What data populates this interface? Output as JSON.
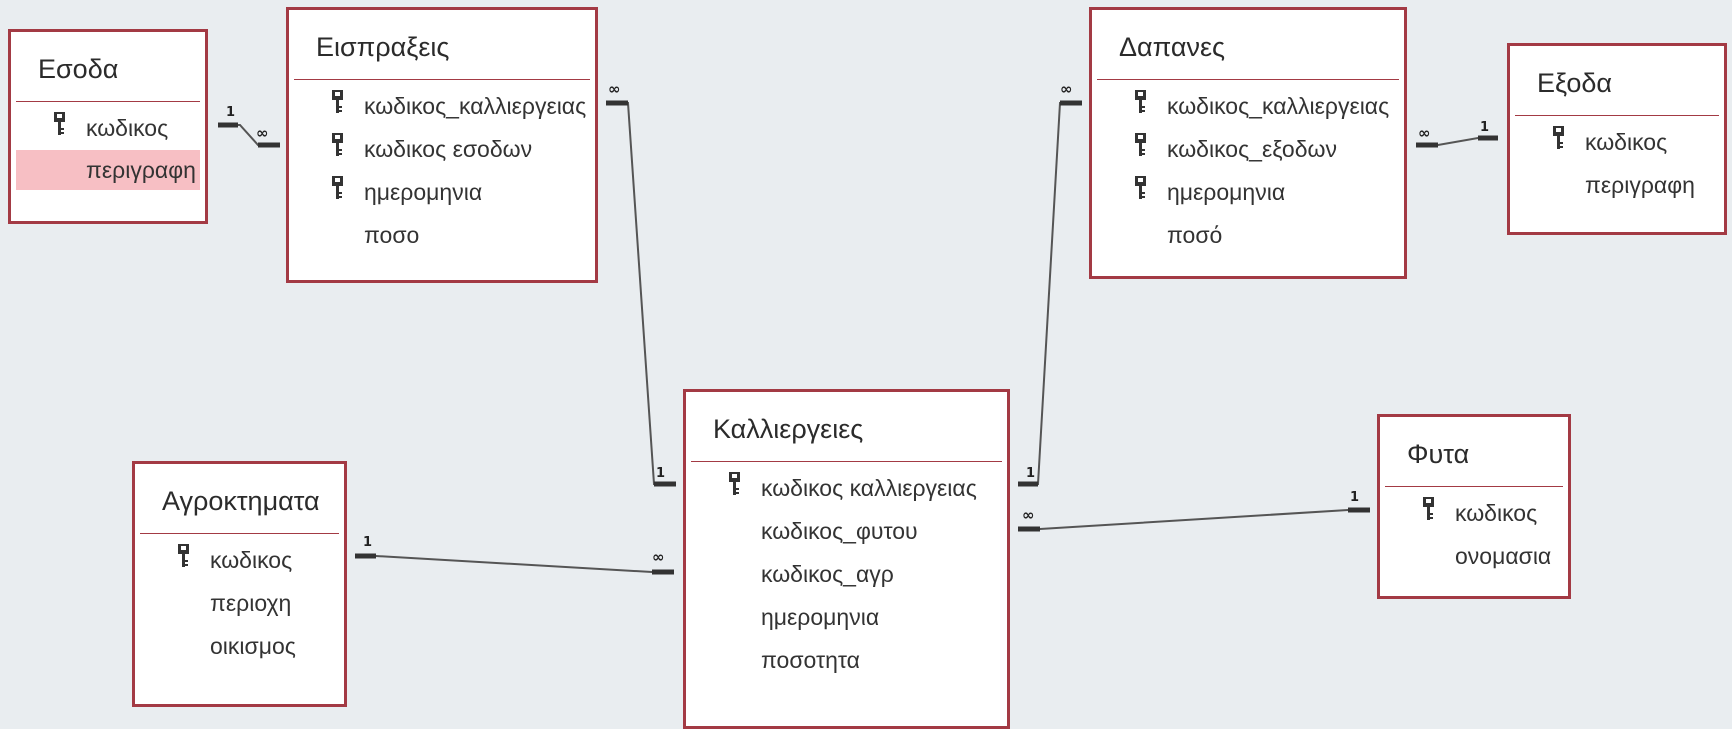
{
  "tables": {
    "esoda": {
      "title": "Εσοδα",
      "fields": [
        {
          "name": "κωδικος",
          "key": true
        },
        {
          "name": "περιγραφη",
          "key": false,
          "selected": true
        }
      ]
    },
    "eispraxeis": {
      "title": "Εισπραξεις",
      "fields": [
        {
          "name": "κωδικος_καλλιεργειας",
          "key": true
        },
        {
          "name": "κωδικος εσοδων",
          "key": true
        },
        {
          "name": "ημερομηνια",
          "key": true
        },
        {
          "name": "ποσο",
          "key": false
        }
      ]
    },
    "dapanes": {
      "title": "Δαπανες",
      "fields": [
        {
          "name": "κωδικος_καλλιεργειας",
          "key": true
        },
        {
          "name": "κωδικος_εξοδων",
          "key": true
        },
        {
          "name": "ημερομηνια",
          "key": true
        },
        {
          "name": "ποσό",
          "key": false
        }
      ]
    },
    "exoda": {
      "title": "Εξοδα",
      "fields": [
        {
          "name": "κωδικος",
          "key": true
        },
        {
          "name": "περιγραφη",
          "key": false
        }
      ]
    },
    "kalliergeies": {
      "title": "Καλλιεργειες",
      "fields": [
        {
          "name": "κωδικος καλλιεργειας",
          "key": true
        },
        {
          "name": "κωδικος_φυτου",
          "key": false
        },
        {
          "name": "κωδικος_αγρ",
          "key": false
        },
        {
          "name": "ημερομηνια",
          "key": false
        },
        {
          "name": "ποσοτητα",
          "key": false
        }
      ]
    },
    "agroktimata": {
      "title": "Αγροκτηματα",
      "fields": [
        {
          "name": "κωδικος",
          "key": true
        },
        {
          "name": "περιοχη",
          "key": false
        },
        {
          "name": "οικισμος",
          "key": false
        }
      ]
    },
    "fyta": {
      "title": "Φυτα",
      "fields": [
        {
          "name": "κωδικος",
          "key": true
        },
        {
          "name": "ονομασια",
          "key": false
        }
      ]
    }
  },
  "relationships": [
    {
      "from": "esoda",
      "to": "eispraxeis",
      "from_card": "1",
      "to_card": "∞"
    },
    {
      "from": "kalliergeies",
      "to": "eispraxeis",
      "from_card": "1",
      "to_card": "∞"
    },
    {
      "from": "kalliergeies",
      "to": "dapanes",
      "from_card": "1",
      "to_card": "∞"
    },
    {
      "from": "exoda",
      "to": "dapanes",
      "from_card": "1",
      "to_card": "∞"
    },
    {
      "from": "agroktimata",
      "to": "kalliergeies",
      "from_card": "1",
      "to_card": "∞"
    },
    {
      "from": "fyta",
      "to": "kalliergeies",
      "from_card": "1",
      "to_card": "∞"
    }
  ],
  "colors": {
    "border": "#a33a44",
    "background": "#e9edf0",
    "selected_row": "#f7bfc4",
    "line": "#555555"
  }
}
